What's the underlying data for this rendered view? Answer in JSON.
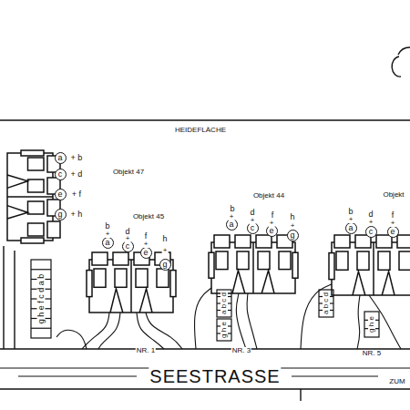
{
  "diagram": {
    "nodes": [
      {
        "text": [
          "a"
        ]
      },
      {
        "text": [
          "c"
        ]
      },
      {
        "text": [
          "e"
        ]
      },
      {
        "text": [
          "g"
        ]
      },
      {
        "text": [
          "a"
        ]
      },
      {
        "text": [
          "c"
        ]
      },
      {
        "text": [
          "e"
        ]
      },
      {
        "text": [
          "g"
        ]
      },
      {
        "text": [
          "a"
        ]
      },
      {
        "text": [
          "c"
        ]
      },
      {
        "text": [
          "e"
        ]
      },
      {
        "text": [
          "g"
        ]
      },
      {
        "text": [
          "a"
        ]
      },
      {
        "text": [
          "c"
        ]
      },
      {
        "text": [
          "e"
        ]
      }
    ],
    "labels": [
      "HEIDEFLÄCHE",
      "+ b",
      "+ d",
      "+ f",
      "+ h",
      "Objekt 47",
      "Objekt 45",
      "b",
      "d",
      "f",
      "h",
      "+",
      "+",
      "+",
      "+",
      "Objekt 44",
      "b",
      "d",
      "f",
      "h",
      "+",
      "+",
      "+",
      "+",
      "Objekt",
      "b",
      "d",
      "f",
      "+",
      "+",
      "+",
      "g h e f c d a b",
      "a b c d",
      "g h e",
      "a b c d",
      "g h e",
      "NR. 1",
      "NR. 3",
      "NR. 5",
      "SEESTRASSE",
      "ZUM"
    ]
  }
}
